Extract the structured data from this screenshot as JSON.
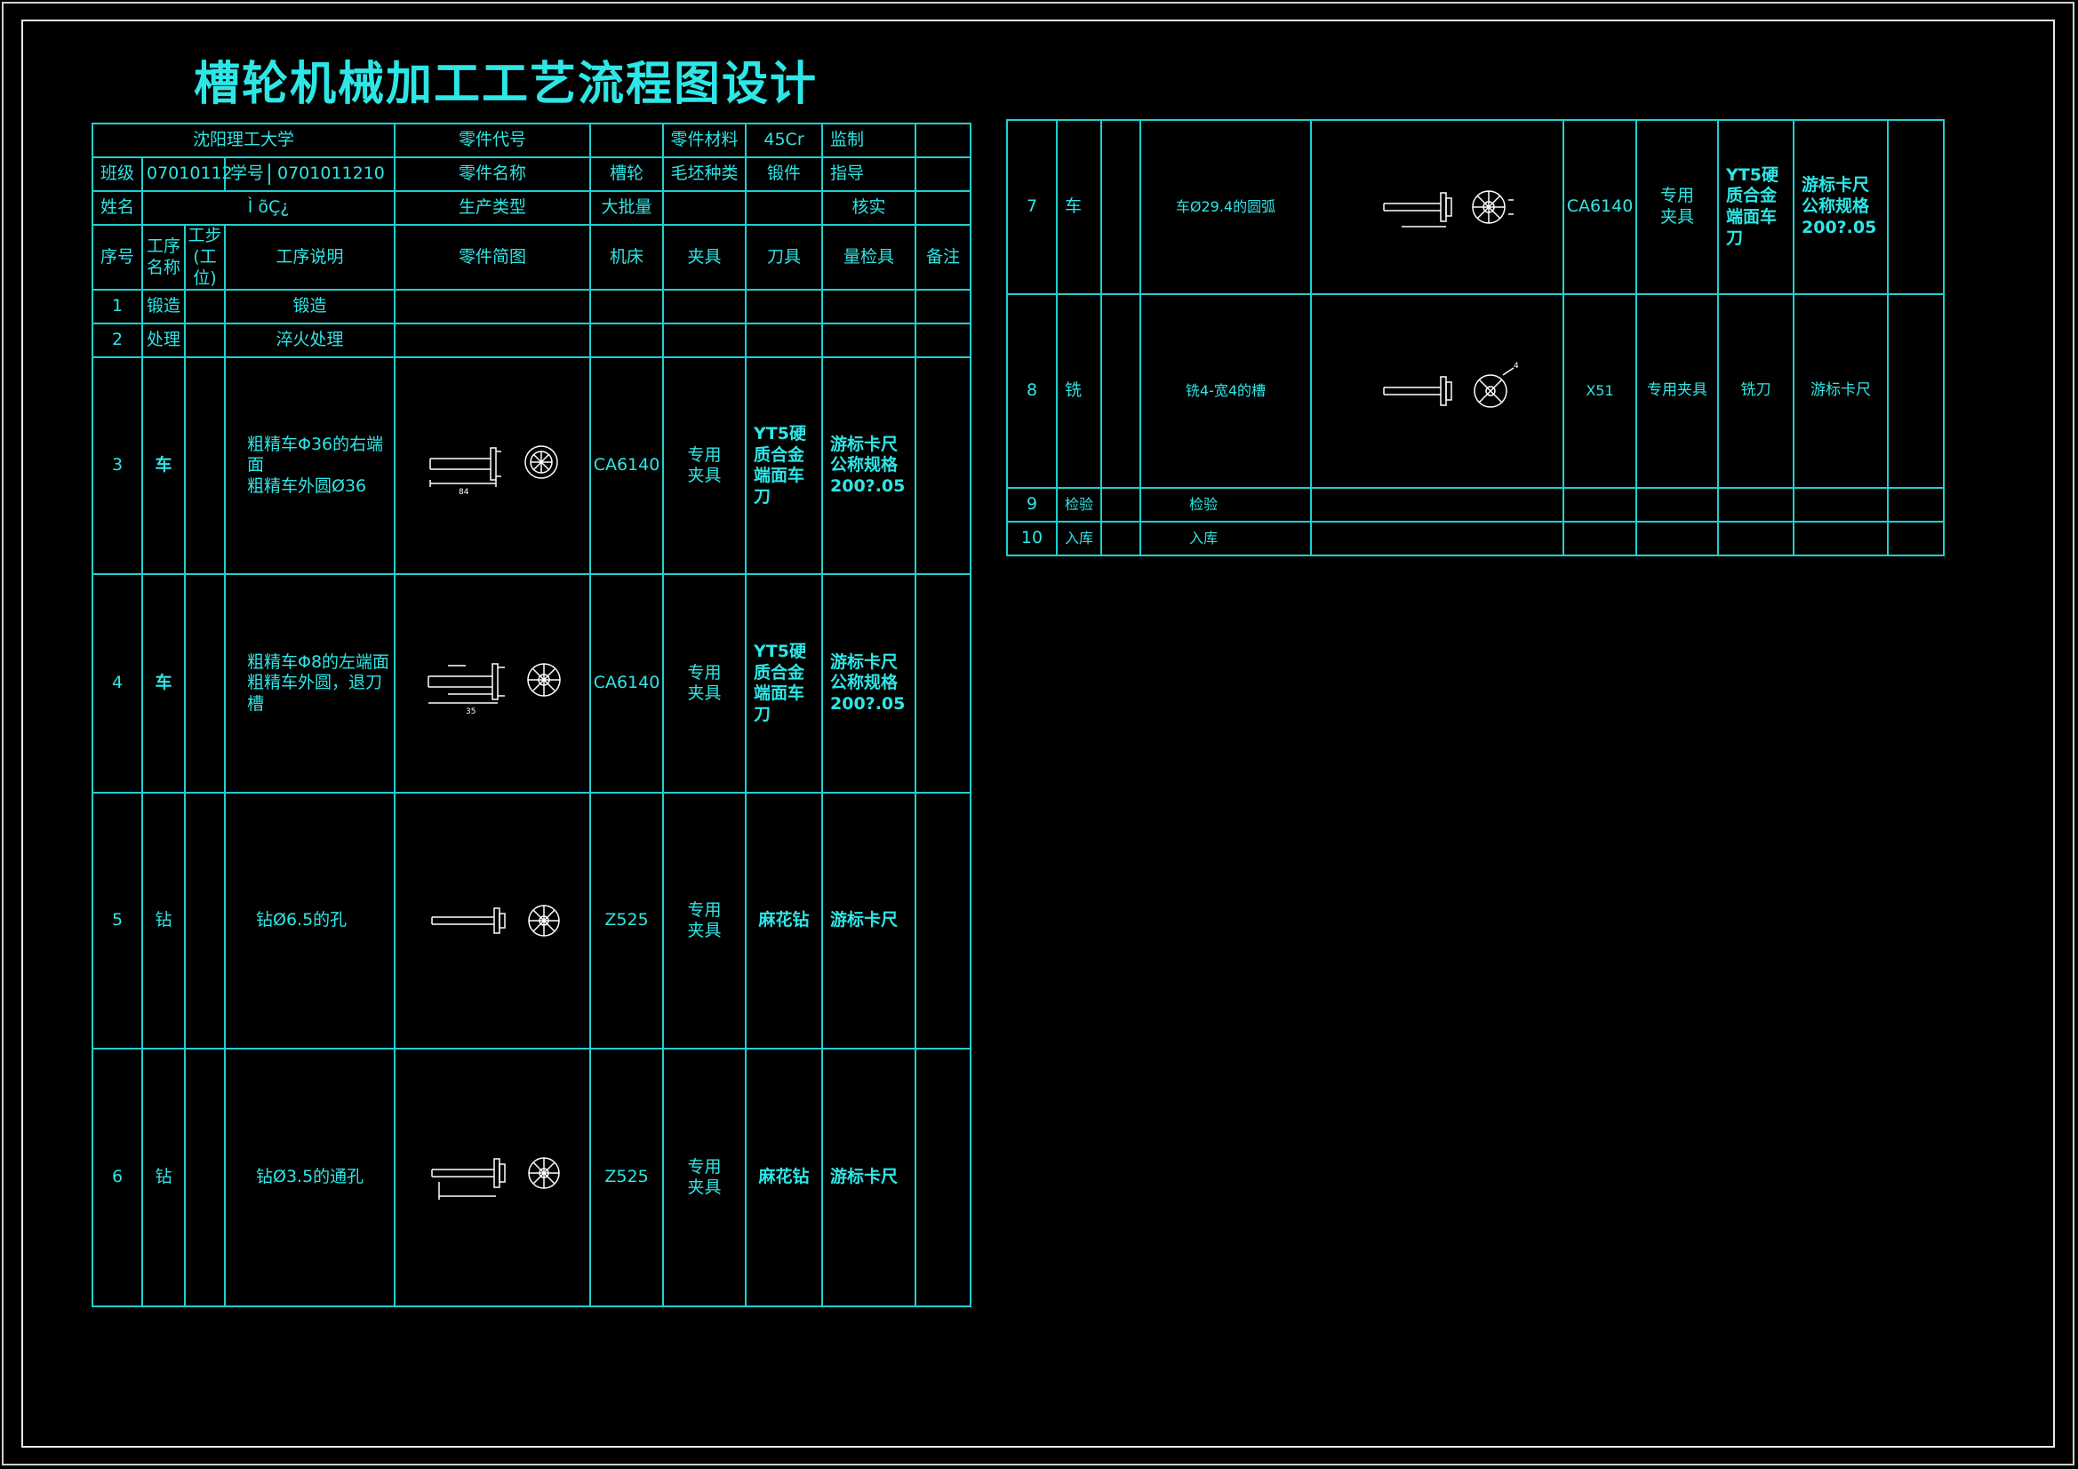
{
  "title": "槽轮机械加工工艺流程图设计",
  "header": {
    "school": "沈阳理工大学",
    "part_code_label": "零件代号",
    "material_label": "零件材料",
    "material_value": "45Cr",
    "supervise_label": "监制",
    "class_label": "班级",
    "class_value": "07010112",
    "student_no_label": "学号",
    "student_no_value": "0701011210",
    "part_name_label": "零件名称",
    "part_name_value": "槽轮",
    "blank_type_label": "毛坯种类",
    "blank_type_value": "锻件",
    "guide_label": "指导",
    "name_label": "姓名",
    "name_value": "Ì õÇ¿",
    "production_type_label": "生产类型",
    "production_type_value": "大批量",
    "check_label": "核实"
  },
  "columns": {
    "seq": "序号",
    "proc_name": "工序名称",
    "step": "工步(工位)",
    "desc": "工序说明",
    "sketch": "零件简图",
    "machine": "机床",
    "fixture": "夹具",
    "tool": "刀具",
    "gauge": "量检具",
    "remark": "备注"
  },
  "rows_left": [
    {
      "seq": "1",
      "proc": "锻造",
      "desc": "锻造",
      "machine": "",
      "fixture": "",
      "tool": "",
      "gauge": ""
    },
    {
      "seq": "2",
      "proc": "处理",
      "desc": "淬火处理",
      "machine": "",
      "fixture": "",
      "tool": "",
      "gauge": ""
    },
    {
      "seq": "3",
      "proc": "车",
      "desc": "粗精车Φ36的右端面\n粗精车外圆Ø36",
      "machine": "CA6140",
      "fixture": "专用\n夹具",
      "tool": "YT5硬\n质合金\n端面车\n刀",
      "gauge": "游标卡尺\n公称规格\n200?.05"
    },
    {
      "seq": "4",
      "proc": "车",
      "desc": "粗精车Φ8的左端面\n粗精车外圆，退刀槽",
      "machine": "CA6140",
      "fixture": "专用\n夹具",
      "tool": "YT5硬\n质合金\n端面车\n刀",
      "gauge": "游标卡尺\n公称规格\n200?.05"
    },
    {
      "seq": "5",
      "proc": "钻",
      "desc": "钻Ø6.5的孔",
      "machine": "Z525",
      "fixture": "专用\n夹具",
      "tool": "麻花钻",
      "gauge": "游标卡尺"
    },
    {
      "seq": "6",
      "proc": "钻",
      "desc": "钻Ø3.5的通孔",
      "machine": "Z525",
      "fixture": "专用\n夹具",
      "tool": "麻花钻",
      "gauge": "游标卡尺"
    }
  ],
  "rows_right": [
    {
      "seq": "7",
      "proc": "车",
      "desc": "车Ø29.4的圆弧",
      "machine": "CA6140",
      "fixture": "专用\n夹具",
      "tool": "YT5硬\n质合金\n端面车\n刀",
      "gauge": "游标卡尺\n公称规格\n200?.05"
    },
    {
      "seq": "8",
      "proc": "铣",
      "desc": "铣4-宽4的槽",
      "machine": "X51",
      "fixture": "专用夹具",
      "tool": "铣刀",
      "gauge": "游标卡尺"
    },
    {
      "seq": "9",
      "proc": "检验",
      "desc": "检验",
      "machine": "",
      "fixture": "",
      "tool": "",
      "gauge": ""
    },
    {
      "seq": "10",
      "proc": "入库",
      "desc": "入库",
      "machine": "",
      "fixture": "",
      "tool": "",
      "gauge": ""
    }
  ],
  "sketch_labels": {
    "dim_84": "84",
    "dim_35": "35",
    "dim_4": "4"
  }
}
